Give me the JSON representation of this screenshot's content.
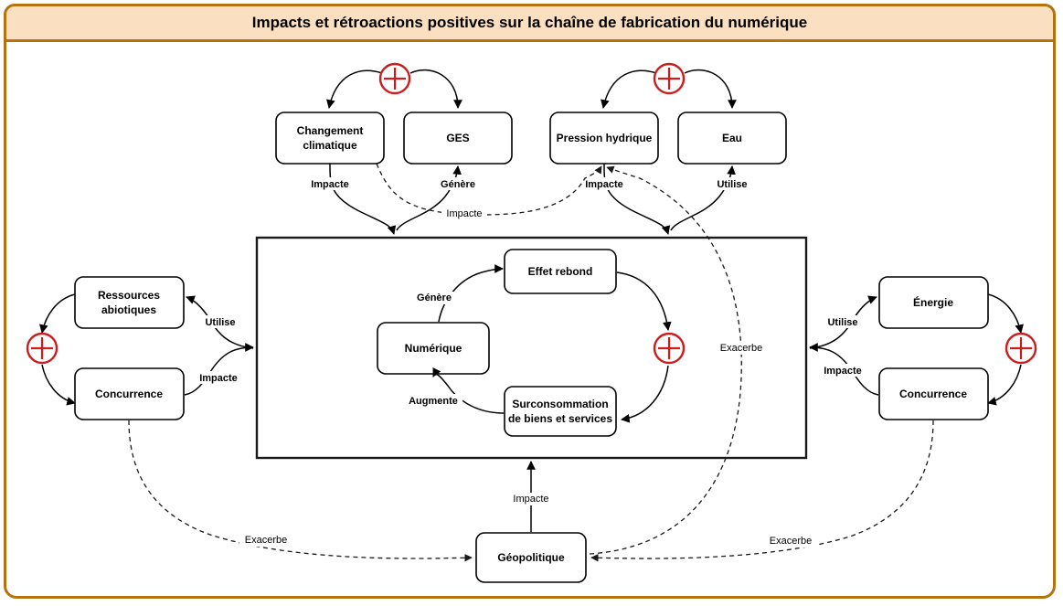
{
  "header": {
    "title": "Impacts et rétroactions positives sur la chaîne de fabrication du numérique",
    "background_color": "#fadfc0",
    "border_color": "#b5720d"
  },
  "colors": {
    "frame_border": "#b5720d",
    "title_bg": "#fadfc0",
    "node_stroke": "#000000",
    "node_fill": "#ffffff",
    "plus_red": "#cc1c1c",
    "container_stroke": "#1a1a1a",
    "dashed_stroke": "#1a1a1a"
  },
  "nodes": {
    "changement_climatique": {
      "label_line1": "Changement",
      "label_line2": "climatique"
    },
    "ges": {
      "label_line1": "GES",
      "label_line2": ""
    },
    "pression_hydrique": {
      "label_line1": "Pression hydrique",
      "label_line2": ""
    },
    "eau": {
      "label_line1": "Eau",
      "label_line2": ""
    },
    "ressources_abiotiques": {
      "label_line1": "Ressources",
      "label_line2": "abiotiques"
    },
    "concurrence_gauche": {
      "label_line1": "Concurrence",
      "label_line2": ""
    },
    "energie": {
      "label_line1": "Énergie",
      "label_line2": ""
    },
    "concurrence_droite": {
      "label_line1": "Concurrence",
      "label_line2": ""
    },
    "effet_rebond": {
      "label_line1": "Effet rebond",
      "label_line2": ""
    },
    "numerique": {
      "label_line1": "Numérique",
      "label_line2": ""
    },
    "surconsommation": {
      "label_line1": "Surconsommation",
      "label_line2": "de biens et services"
    },
    "geopolitique": {
      "label_line1": "Géopolitique",
      "label_line2": ""
    }
  },
  "edge_labels": {
    "cc_impacte": "Impacte",
    "ges_genere": "Génère",
    "ph_impacte": "Impacte",
    "eau_utilise": "Utilise",
    "cc_to_ph_impacte": "Impacte",
    "left_utilise": "Utilise",
    "left_impacte": "Impacte",
    "right_utilise": "Utilise",
    "right_impacte": "Impacte",
    "center_genere": "Génère",
    "center_augmente": "Augmente",
    "geo_impacte": "Impacte",
    "exacerbe_left": "Exacerbe",
    "exacerbe_center": "Exacerbe",
    "exacerbe_right": "Exacerbe"
  },
  "plus_symbols": {
    "top_left": "+",
    "top_right": "+",
    "left": "+",
    "right": "+",
    "center": "+"
  }
}
